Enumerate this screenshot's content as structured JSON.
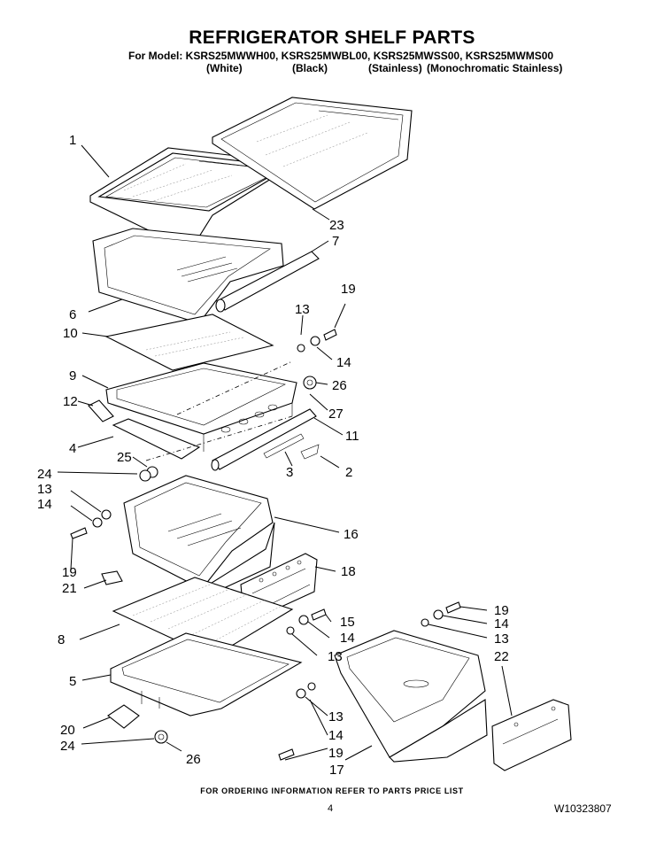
{
  "header": {
    "title": "REFRIGERATOR SHELF PARTS",
    "for_model": "For Model: KSRS25MWWH00, KSRS25MWBL00, KSRS25MWSS00, KSRS25MWMS00",
    "variants": [
      "(White)",
      "(Black)",
      "(Stainless)",
      "(Monochromatic Stainless)"
    ]
  },
  "callouts": {
    "c1": "1",
    "c23": "23",
    "c7": "7",
    "c6": "6",
    "c10": "10",
    "c13a": "13",
    "c19a": "19",
    "c14a": "14",
    "c26a": "26",
    "c27": "27",
    "c9": "9",
    "c12": "12",
    "c4": "4",
    "c11": "11",
    "c25": "25",
    "c2": "2",
    "c3": "3",
    "c24a": "24",
    "c13b": "13",
    "c14b": "14",
    "c16": "16",
    "c19b": "19",
    "c18": "18",
    "c21": "21",
    "c15": "15",
    "c14c": "14",
    "c19c": "19",
    "c14d": "14",
    "c13c": "13",
    "c22": "22",
    "c8": "8",
    "c13d": "13",
    "c5": "5",
    "c13e": "13",
    "c14e": "14",
    "c19d": "19",
    "c17": "17",
    "c20": "20",
    "c24b": "24",
    "c26b": "26"
  },
  "footer": {
    "note": "FOR ORDERING INFORMATION REFER TO PARTS PRICE LIST",
    "page": "4",
    "doc_number": "W10323807"
  }
}
